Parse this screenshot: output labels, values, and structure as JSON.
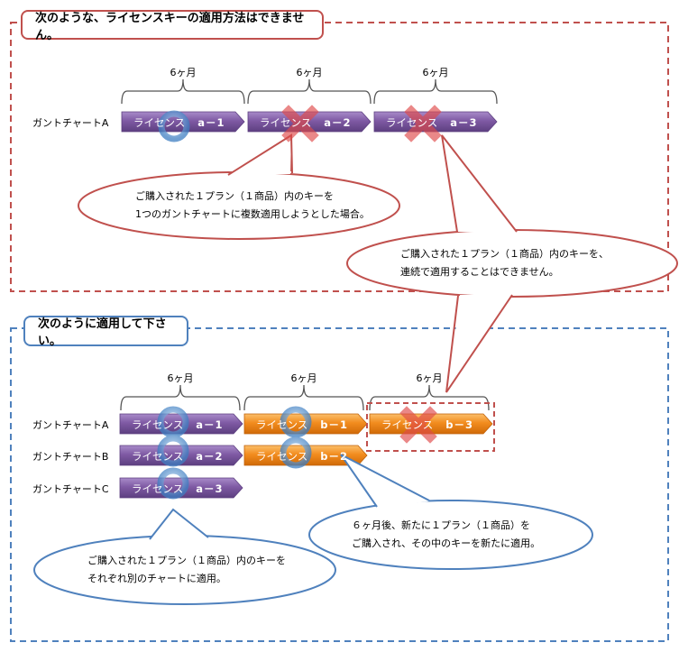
{
  "colors": {
    "bad_border": "#c0504d",
    "good_border": "#4f81bd",
    "bar_purple": "#7f5aa4",
    "bar_orange": "#f08a1c",
    "ring_blue": "#5b9bd5",
    "cross_red": "#e04a4a"
  },
  "bad_section": {
    "title": "次のような、ライセンスキーの適用方法はできません。",
    "periods": [
      "6ヶ月",
      "6ヶ月",
      "6ヶ月"
    ],
    "row_label": "ガントチャートA",
    "bars": [
      {
        "name": "ライセンス",
        "code": "a－1",
        "color": "purple",
        "mark": "ring"
      },
      {
        "name": "ライセンス",
        "code": "a－2",
        "color": "purple",
        "mark": "cross"
      },
      {
        "name": "ライセンス",
        "code": "a－3",
        "color": "purple",
        "mark": "cross"
      }
    ],
    "callouts": [
      {
        "lines": [
          "ご購入された１プラン（１商品）内のキーを",
          "1つのガントチャートに複数適用しようとした場合。"
        ]
      },
      {
        "lines": [
          "ご購入された１プラン（１商品）内のキーを、",
          "連続で適用することはできません。"
        ]
      }
    ]
  },
  "good_section": {
    "title": "次のように適用して下さい。",
    "periods": [
      "6ヶ月",
      "6ヶ月",
      "6ヶ月"
    ],
    "rows": [
      {
        "label": "ガントチャートA",
        "bars": [
          {
            "name": "ライセンス",
            "code": "a－1",
            "color": "purple",
            "mark": "ring"
          },
          {
            "name": "ライセンス",
            "code": "b－1",
            "color": "orange",
            "mark": "ring"
          },
          {
            "name": "ライセンス",
            "code": "b－3",
            "color": "orange",
            "mark": "cross"
          }
        ]
      },
      {
        "label": "ガントチャートB",
        "bars": [
          {
            "name": "ライセンス",
            "code": "a－2",
            "color": "purple",
            "mark": "ring"
          },
          {
            "name": "ライセンス",
            "code": "b－2",
            "color": "orange",
            "mark": "ring"
          }
        ]
      },
      {
        "label": "ガントチャートC",
        "bars": [
          {
            "name": "ライセンス",
            "code": "a－3",
            "color": "purple",
            "mark": "ring"
          }
        ]
      }
    ],
    "callouts": [
      {
        "lines": [
          "６ヶ月後、新たに１プラン（１商品）を",
          "ご購入され、その中のキーを新たに適用。"
        ]
      },
      {
        "lines": [
          "ご購入された１プラン（１商品）内のキーを",
          "それぞれ別のチャートに適用。"
        ]
      }
    ]
  }
}
